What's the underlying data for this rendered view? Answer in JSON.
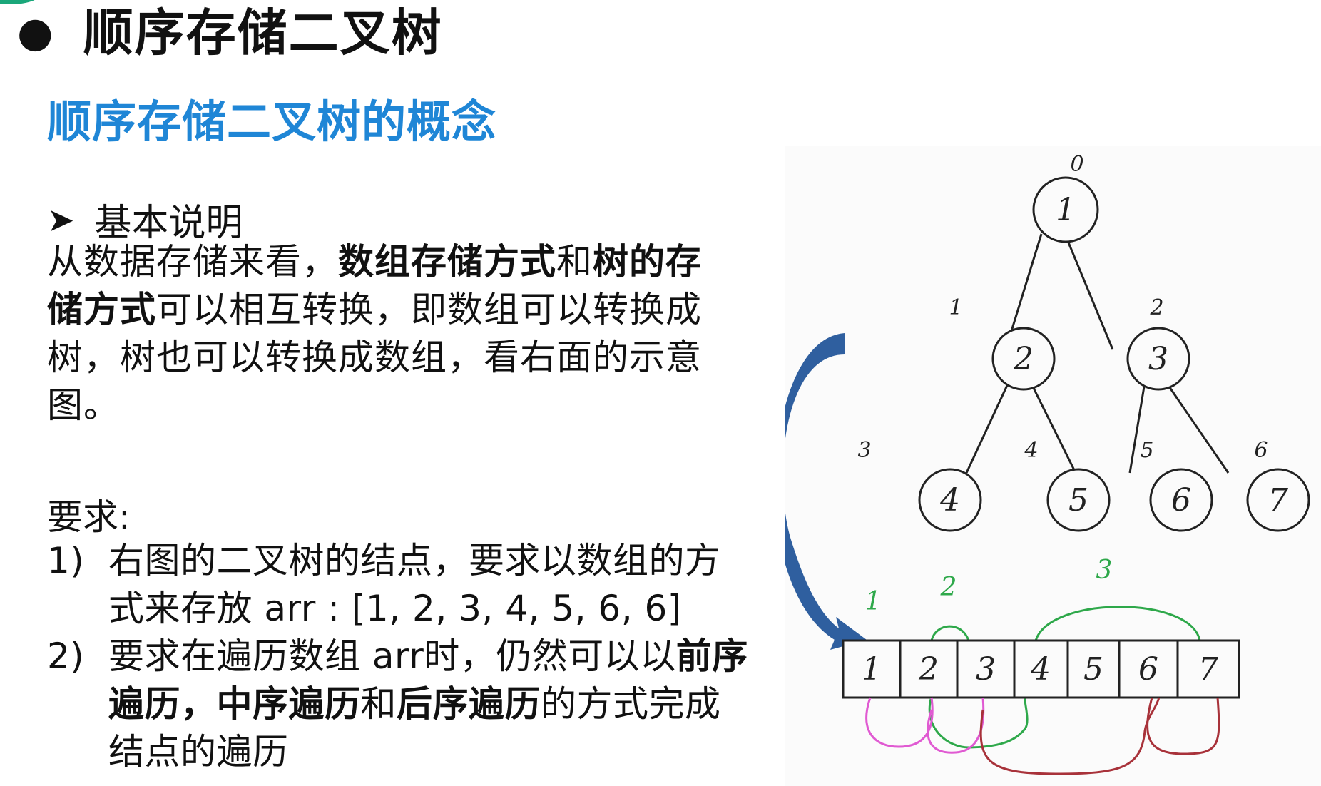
{
  "slide": {
    "title_bullet": "●",
    "title": "顺序存储二叉树",
    "subtitle": "顺序存储二叉树的概念",
    "section_marker": "➤",
    "section_heading": "基本说明",
    "description": {
      "p1": "从数据存储来看，",
      "b1": "数组存储方式",
      "p2": "和",
      "b2": "树的存储方式",
      "p3": "可以相互转换，即数组可以转换成树，树也可以转换成数组，看右面的示意图。"
    },
    "requirements": {
      "title": "要求:",
      "item1": {
        "num": "1)",
        "text": "右图的二叉树的结点，要求以数组的方式来存放 arr : [1, 2, 3, 4, 5, 6, 6]"
      },
      "item2": {
        "num": "2)",
        "p1": "要求在遍历数组 arr时，仍然可以以",
        "b1": "前序遍历，中序遍历",
        "p2": "和",
        "b2": "后序遍历",
        "p3": "的方式完成结点的遍历"
      }
    }
  },
  "diagram": {
    "tree_nodes": [
      "1",
      "2",
      "3",
      "4",
      "5",
      "6",
      "7"
    ],
    "tree_indices": [
      "0",
      "1",
      "2",
      "3",
      "4",
      "5",
      "6"
    ],
    "array_cells": [
      "1",
      "2",
      "3",
      "4",
      "5",
      "6",
      "7"
    ],
    "traversal_labels": [
      "1",
      "2",
      "3"
    ],
    "colors": {
      "arrow": "#2f5f9f",
      "green": "#2ea84a",
      "magenta": "#e05ad2",
      "darkred": "#a8323a"
    }
  }
}
